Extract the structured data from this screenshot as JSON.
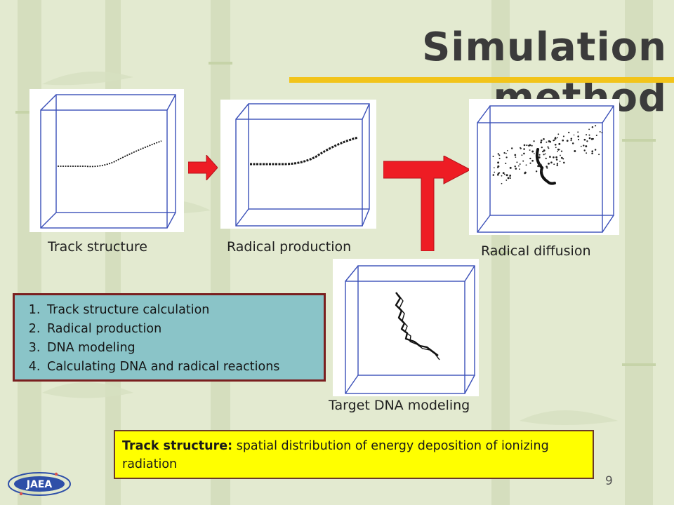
{
  "slide": {
    "title": "Simulation method",
    "page_number": "9",
    "logo_text": "JAEA"
  },
  "panels": {
    "track_structure": {
      "caption": "Track structure"
    },
    "radical_production": {
      "caption": "Radical production"
    },
    "radical_diffusion": {
      "caption": "Radical diffusion"
    },
    "target_dna": {
      "caption": "Target DNA modeling"
    }
  },
  "steps": [
    {
      "marker": "1.",
      "text": "Track structure calculation"
    },
    {
      "marker": "2.",
      "text": "Radical production"
    },
    {
      "marker": "3.",
      "text": "DNA modeling"
    },
    {
      "marker": "4.",
      "text": "Calculating DNA and radical reactions"
    }
  ],
  "definition": {
    "term": "Track structure:",
    "text": "spatial distribution of energy deposition of ionizing radiation"
  },
  "colors": {
    "background": "#e3ead0",
    "title_rule": "#f2c41a",
    "arrow_red": "#ee1c24",
    "box_edge": "#3a4fb8",
    "steps_fill": "#8ac4c8",
    "steps_border": "#7a1f1f",
    "definition_fill": "#ffff00"
  }
}
